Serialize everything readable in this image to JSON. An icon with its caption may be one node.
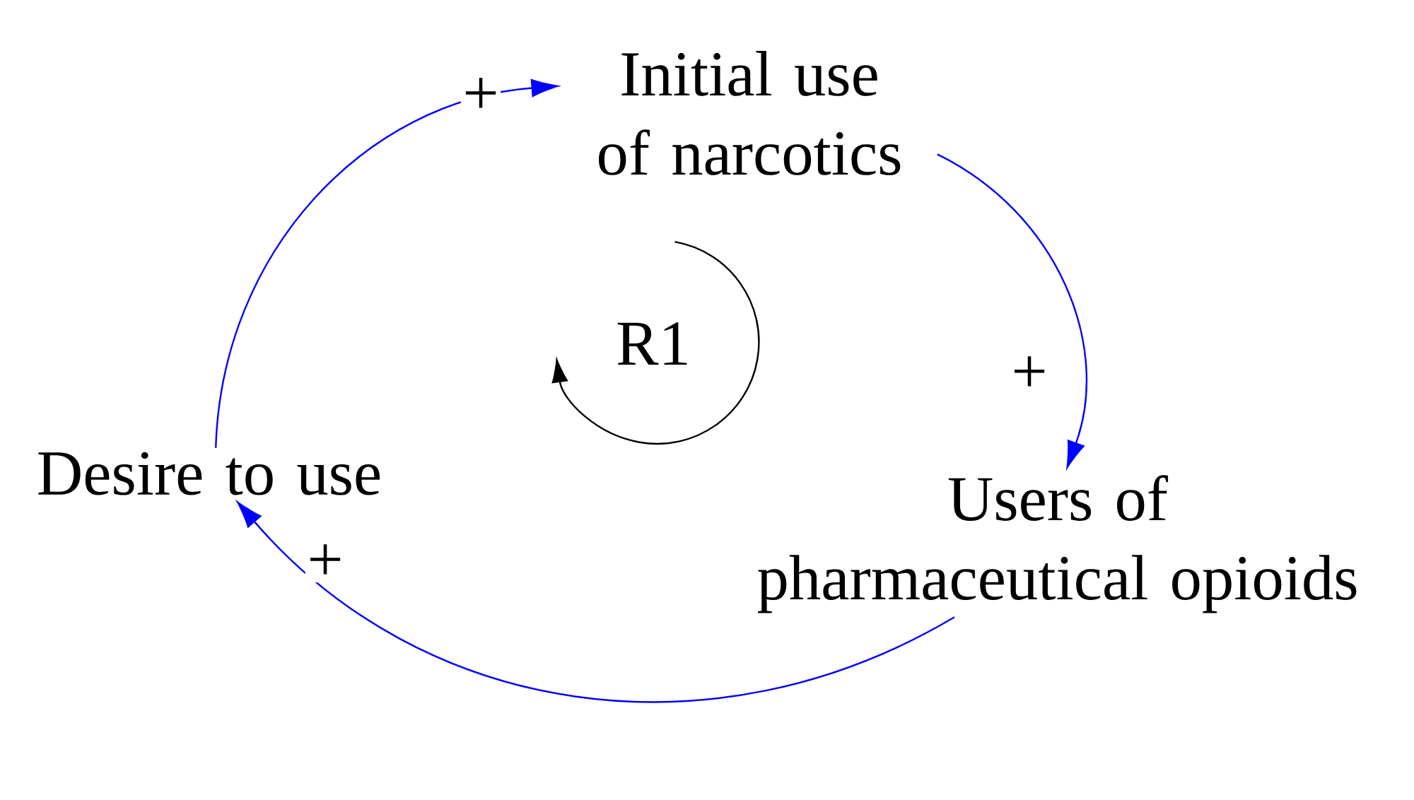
{
  "diagram": {
    "nodes": [
      {
        "text": [
          "Initial use of narcotics"
        ]
      },
      {
        "text": [
          "Users of pharmaceutical opioids"
        ]
      },
      {
        "text": [
          "Desire to use"
        ]
      }
    ],
    "edges": [
      {
        "from": 0,
        "to": 1,
        "arrow": "to",
        "label": "+"
      },
      {
        "from": 1,
        "to": 2,
        "arrow": "to",
        "label": "+"
      },
      {
        "from": 2,
        "to": 0,
        "arrow": "to",
        "label": "+"
      }
    ],
    "labels": [
      "R1"
    ]
  }
}
